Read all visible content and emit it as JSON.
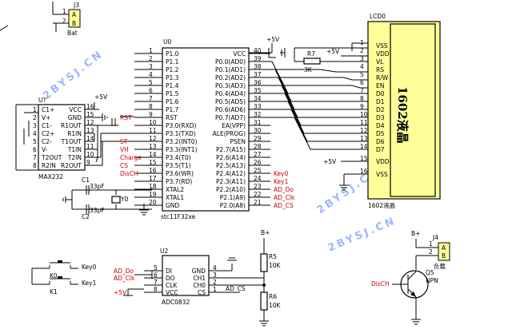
{
  "watermarks": [
    "2BYSJ.CN",
    "2BYSJ.CN",
    "2BYSJ.CN"
  ],
  "j3": {
    "ref": "J3",
    "pins": [
      "1",
      "2"
    ],
    "labels": [
      "A",
      "B"
    ],
    "name": "Bat"
  },
  "j4": {
    "ref": "J4",
    "pins": [
      "1",
      "2"
    ],
    "labels": [
      "A",
      "B"
    ],
    "name": "负载",
    "net": "B+"
  },
  "lcd": {
    "ref": "LCD0",
    "part": "1602液晶",
    "pin_numbers": [
      "1",
      "2",
      "3",
      "4",
      "5",
      "6",
      "7",
      "8",
      "9",
      "10",
      "11",
      "12",
      "13",
      "14",
      "15",
      "16"
    ],
    "pin_names": [
      "VSS",
      "VDD",
      "VL",
      "RS",
      "R/W",
      "EN",
      "D0",
      "D1",
      "D2",
      "D3",
      "D4",
      "D5",
      "D6",
      "D7",
      "VDD",
      "VSS"
    ],
    "bottom_label": "1602液晶",
    "vdd_net": "+5V",
    "backlight_net": "+5V"
  },
  "mcu": {
    "ref": "U0",
    "part": "stc11F32xe",
    "left_numbers": [
      "1",
      "2",
      "3",
      "4",
      "5",
      "6",
      "7",
      "8",
      "9",
      "10",
      "11",
      "12",
      "13",
      "14",
      "15",
      "16",
      "17",
      "18",
      "19",
      "20"
    ],
    "left_pins": [
      "P1.0",
      "P1.1",
      "P1.2",
      "P1.3",
      "P1.4",
      "P1.5",
      "P1.6",
      "P1.7",
      "RST",
      "P3.0(RXD)",
      "P3.1(TXD)",
      "P3.2(INT0)",
      "P3.3(INT1)",
      "P3.4(T0)",
      "P3.5(T1)",
      "P3.6(WR)",
      "P3.7(RD)",
      "XTAL2",
      "XTAL1",
      "GND"
    ],
    "right_numbers": [
      "40",
      "39",
      "38",
      "37",
      "36",
      "35",
      "34",
      "33",
      "32",
      "31",
      "30",
      "29",
      "28",
      "27",
      "26",
      "25",
      "24",
      "23",
      "22",
      "21"
    ],
    "right_pins": [
      "VCC",
      "P0.0(AD0)",
      "P0.1(AD1)",
      "P0.2(AD2)",
      "P0.3(AD3)",
      "P0.4(AD4)",
      "P0.5(AD5)",
      "P0.6(AD6)",
      "P0.7(AD7)",
      "EA(VPP)",
      "ALE(PROG)",
      "PSEN",
      "P2.7(A15)",
      "P2.6(A14)",
      "P2.5(A13)",
      "P2.4(A12)",
      "P2.3(A11)",
      "P2.2(A10)",
      "P2.1(A9)",
      "P2.0(A8)"
    ],
    "left_nets": [
      "",
      "",
      "",
      "",
      "",
      "",
      "",
      "",
      "RST",
      "",
      "",
      "ST",
      "VH",
      "Charge",
      "CS",
      "DisCH",
      "",
      "",
      "",
      ""
    ],
    "right_nets": [
      "+5V",
      "",
      "",
      "",
      "",
      "",
      "",
      "",
      "",
      "",
      "",
      "",
      "",
      "",
      "",
      "Key0",
      "Key1",
      "AD_Do",
      "AD_Clk",
      "AD_CS"
    ],
    "vcc_net": "+5V"
  },
  "max232": {
    "ref": "U?",
    "part": "MAX232",
    "left_pins": [
      "C1+",
      "V+",
      "C1-",
      "C2+",
      "C2-",
      "V-",
      "T2OUT",
      "R2IN"
    ],
    "right_pins": [
      "VCC",
      "GND",
      "R1OUT",
      "R1IN",
      "T1OUT",
      "T1IN",
      "T2IN",
      "R2OUT"
    ],
    "left_numbers": [
      "1",
      "2",
      "3",
      "4",
      "5",
      "6",
      "7",
      "8"
    ],
    "right_numbers": [
      "16",
      "15",
      "12",
      "13",
      "14",
      "11",
      "10",
      "9"
    ],
    "vcc_net": "+5V"
  },
  "crystal": {
    "c1": "C1",
    "c1_val": "33pF",
    "c2": "C2",
    "c2_val": "33pF",
    "y": "Y0"
  },
  "r7": {
    "ref": "R7",
    "value": "3K",
    "net": "+5V"
  },
  "adc": {
    "ref": "U2",
    "part": "ADC0832",
    "left_pins": [
      "DI",
      "DO",
      "CLK",
      "VCC"
    ],
    "right_pins": [
      "GND",
      "CH1",
      "CH0",
      "CS"
    ],
    "left_numbers": [
      "5",
      "6",
      "7",
      "8"
    ],
    "right_numbers": [
      "4",
      "3",
      "2",
      "1"
    ],
    "left_nets": [
      "AD_Do",
      "AD_Clk",
      "",
      "+5V"
    ],
    "right_net": "AD_CS"
  },
  "keys": [
    {
      "ref": "K0",
      "net": "Key0"
    },
    {
      "ref": "K1",
      "net": "Key1"
    }
  ],
  "divider": {
    "net": "B+",
    "r5": "R5",
    "r5_val": "10K",
    "r6": "R6",
    "r6_val": "10K"
  },
  "transistor": {
    "ref": "Q5",
    "type": "NPN",
    "net": "DisCH"
  }
}
